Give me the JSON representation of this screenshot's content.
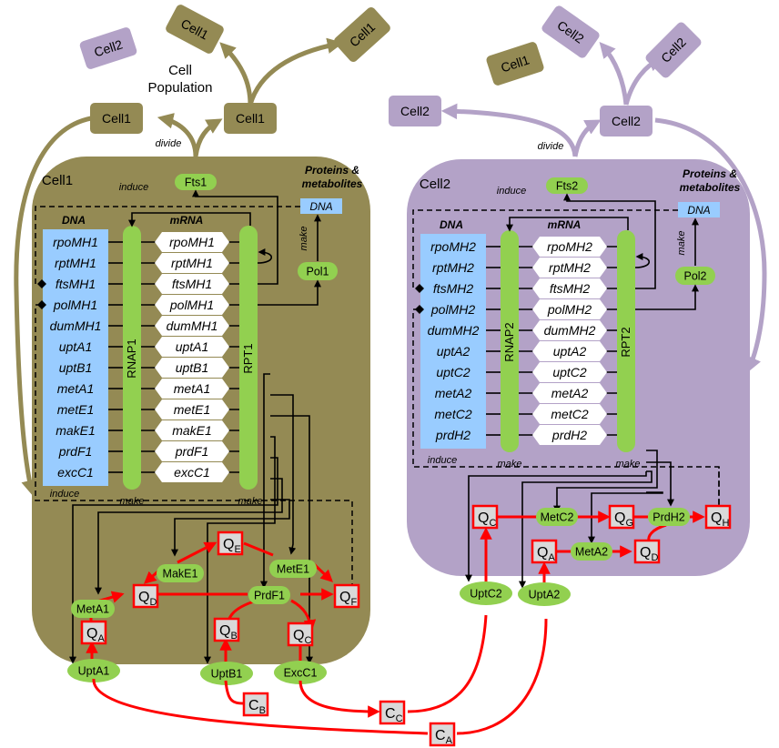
{
  "colors": {
    "cell1": "#948a54",
    "cell2": "#b3a2c7",
    "dna": "#99ccff",
    "protein": "#92d050",
    "red": "#ff0000",
    "conc_fill": "#d9d9d9"
  },
  "population": {
    "label_line1": "Cell",
    "label_line2": "Population",
    "divide_label": "divide",
    "cell1_nodes": [
      "Cell1",
      "Cell1",
      "Cell1",
      "Cell1",
      "Cell1"
    ],
    "cell2_nodes": [
      "Cell2",
      "Cell2",
      "Cell2",
      "Cell2",
      "Cell2"
    ],
    "stray_cell2": "Cell2",
    "stray_cell1": "Cell1"
  },
  "cell1": {
    "title": "Cell1",
    "proteins_line1": "Proteins &",
    "proteins_line2": "metabolites",
    "induce_top": "induce",
    "induce_bottom": "induce",
    "dna_tag": "DNA",
    "make_label": "make",
    "make_rnap": "make",
    "make_rpt": "make",
    "fts": "Fts1",
    "pol": "Pol1",
    "dna_header": "DNA",
    "mrna_header": "mRNA",
    "rnap": "RNAP1",
    "rpt": "RPT1",
    "genes": [
      "rpoMH1",
      "rptMH1",
      "ftsMH1",
      "polMH1",
      "dumMH1",
      "uptA1",
      "uptB1",
      "metA1",
      "metE1",
      "makE1",
      "prdF1",
      "excC1"
    ],
    "mrnas": [
      "rpoMH1",
      "rptMH1",
      "ftsMH1",
      "polMH1",
      "dumMH1",
      "uptA1",
      "uptB1",
      "metA1",
      "metE1",
      "makE1",
      "prdF1",
      "excC1"
    ],
    "enzymes": {
      "makE": "MakE1",
      "metE": "MetE1",
      "metA": "MetA1",
      "prdF": "PrdF1",
      "uptA": "UptA1",
      "uptB": "UptB1",
      "excC": "ExcC1"
    },
    "q": [
      {
        "base": "Q",
        "sub": "E"
      },
      {
        "base": "Q",
        "sub": "D"
      },
      {
        "base": "Q",
        "sub": "F"
      },
      {
        "base": "Q",
        "sub": "A"
      },
      {
        "base": "Q",
        "sub": "B"
      },
      {
        "base": "Q",
        "sub": "C"
      }
    ]
  },
  "cell2": {
    "title": "Cell2",
    "proteins_line1": "Proteins &",
    "proteins_line2": "metabolites",
    "induce_top": "induce",
    "induce_bottom": "induce",
    "dna_tag": "DNA",
    "make_label": "make",
    "make_rnap": "make",
    "make_rpt": "make",
    "fts": "Fts2",
    "pol": "Pol2",
    "dna_header": "DNA",
    "mrna_header": "mRNA",
    "rnap": "RNAP2",
    "rpt": "RPT2",
    "genes": [
      "rpoMH2",
      "rptMH2",
      "ftsMH2",
      "polMH2",
      "dumMH2",
      "uptA2",
      "uptC2",
      "metA2",
      "metC2",
      "prdH2"
    ],
    "mrnas": [
      "rpoMH2",
      "rptMH2",
      "ftsMH2",
      "polMH2",
      "dumMH2",
      "uptA2",
      "uptC2",
      "metA2",
      "metC2",
      "prdH2"
    ],
    "enzymes": {
      "metC": "MetC2",
      "prdH": "PrdH2",
      "metA": "MetA2",
      "uptC": "UptC2",
      "uptA": "UptA2"
    },
    "q": [
      {
        "base": "Q",
        "sub": "C"
      },
      {
        "base": "Q",
        "sub": "G"
      },
      {
        "base": "Q",
        "sub": "H"
      },
      {
        "base": "Q",
        "sub": "A"
      },
      {
        "base": "Q",
        "sub": "D"
      }
    ]
  },
  "external": [
    {
      "base": "C",
      "sub": "B"
    },
    {
      "base": "C",
      "sub": "C"
    },
    {
      "base": "C",
      "sub": "A"
    }
  ]
}
